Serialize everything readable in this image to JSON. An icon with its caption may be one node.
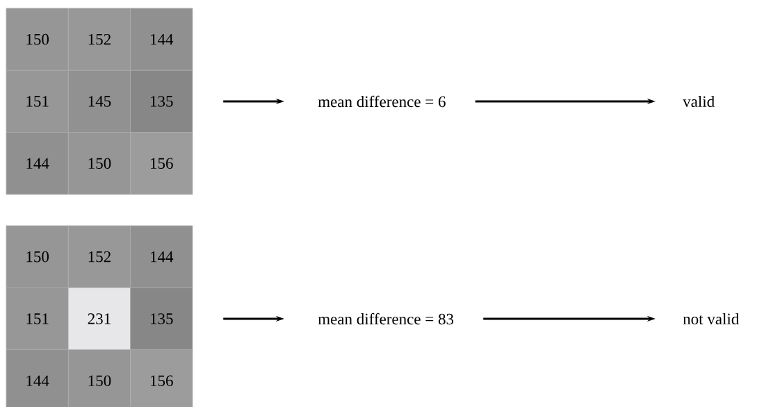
{
  "diagram": {
    "nodes": [
      {
        "text": [],
        "shape": "box"
      },
      {
        "text": [
          "150"
        ],
        "in": 0
      },
      {
        "text": [
          "152"
        ],
        "in": 0
      },
      {
        "text": [
          "144"
        ],
        "in": 0
      },
      {
        "text": [
          "151"
        ],
        "in": 0
      },
      {
        "text": [
          "145"
        ],
        "in": 0
      },
      {
        "text": [
          "135"
        ],
        "in": 0
      },
      {
        "text": [
          "144"
        ],
        "in": 0
      },
      {
        "text": [
          "150"
        ],
        "in": 0
      },
      {
        "text": [
          "156"
        ],
        "in": 0
      },
      {
        "text": [
          "mean difference = 6"
        ]
      },
      {
        "text": [
          "valid"
        ]
      },
      {
        "text": [],
        "shape": "box"
      },
      {
        "text": [
          "150"
        ],
        "in": 12
      },
      {
        "text": [
          "152"
        ],
        "in": 12
      },
      {
        "text": [
          "144"
        ],
        "in": 12
      },
      {
        "text": [
          "151"
        ],
        "in": 12
      },
      {
        "text": [
          "231"
        ],
        "in": 12
      },
      {
        "text": [
          "135"
        ],
        "in": 12
      },
      {
        "text": [
          "144"
        ],
        "in": 12
      },
      {
        "text": [
          "150"
        ],
        "in": 12
      },
      {
        "text": [
          "156"
        ],
        "in": 12
      },
      {
        "text": [
          "mean difference = 83"
        ]
      },
      {
        "text": [
          "not valid"
        ]
      }
    ],
    "edges": [
      {
        "from": 0,
        "to": 10,
        "arrow": "to"
      },
      {
        "from": 10,
        "to": 11,
        "arrow": "to"
      },
      {
        "from": 12,
        "to": 22,
        "arrow": "to"
      },
      {
        "from": 22,
        "to": 23,
        "arrow": "to"
      }
    ]
  }
}
